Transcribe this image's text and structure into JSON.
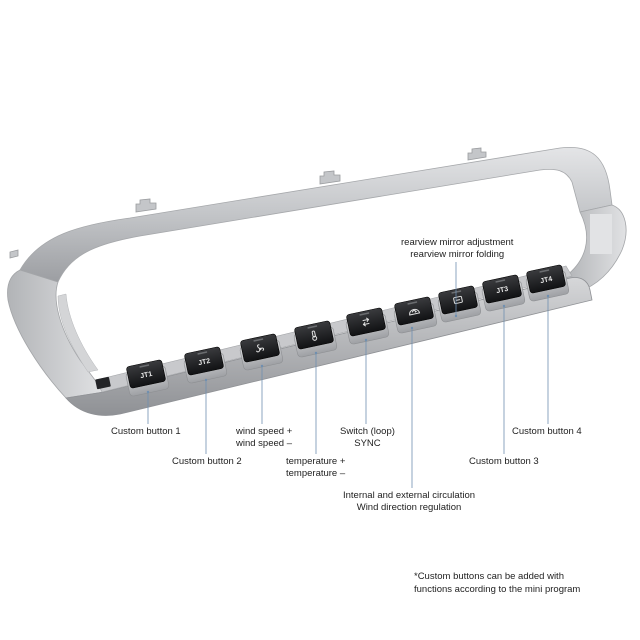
{
  "buttons": [
    {
      "glyph": "JT1"
    },
    {
      "glyph": "JT2"
    },
    {
      "glyph": "fan-icon"
    },
    {
      "glyph": "temperature-icon"
    },
    {
      "glyph": "sync-icon"
    },
    {
      "glyph": "circulation-icon"
    },
    {
      "glyph": "mirror-icon"
    },
    {
      "glyph": "JT3"
    },
    {
      "glyph": "JT4"
    }
  ],
  "labels": {
    "custom1": "Custom button 1",
    "custom2": "Custom button 2",
    "wind_plus": "wind speed +",
    "wind_minus": "wind speed –",
    "temp_plus": "temperature +",
    "temp_minus": "temperature –",
    "switch": "Switch (loop)",
    "sync": "SYNC",
    "circ1": "Internal and external circulation",
    "circ2": "Wind direction regulation",
    "mirror1": "rearview mirror adjustment",
    "mirror2": "rearview mirror folding",
    "custom3": "Custom button 3",
    "custom4": "Custom button 4"
  },
  "note": {
    "line1": "*Custom buttons can be added with",
    "line2": "functions according to the mini program"
  },
  "colors": {
    "frame": "#c9cacc",
    "frame_dark": "#8e9093",
    "button": "#1c1d1f",
    "leader": "#6f8fb0"
  }
}
